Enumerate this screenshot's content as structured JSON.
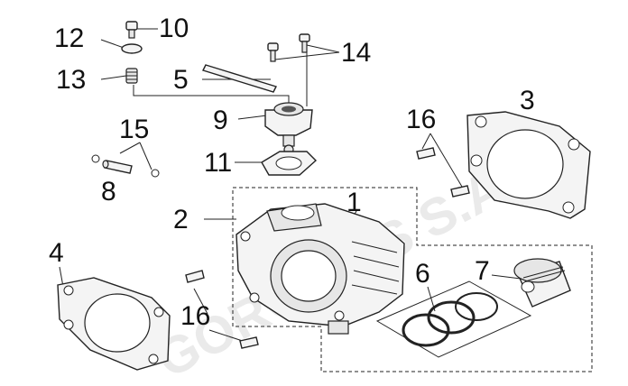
{
  "watermark": "GORGOLIS S.A.",
  "callouts": [
    {
      "id": "c1",
      "label": "1"
    },
    {
      "id": "c2",
      "label": "2"
    },
    {
      "id": "c3",
      "label": "3"
    },
    {
      "id": "c4",
      "label": "4"
    },
    {
      "id": "c5",
      "label": "5"
    },
    {
      "id": "c6",
      "label": "6"
    },
    {
      "id": "c7",
      "label": "7"
    },
    {
      "id": "c8",
      "label": "8"
    },
    {
      "id": "c9",
      "label": "9"
    },
    {
      "id": "c10",
      "label": "10"
    },
    {
      "id": "c11",
      "label": "11"
    },
    {
      "id": "c12",
      "label": "12"
    },
    {
      "id": "c13",
      "label": "13"
    },
    {
      "id": "c14",
      "label": "14"
    },
    {
      "id": "c15",
      "label": "15"
    },
    {
      "id": "c16a",
      "label": "16"
    },
    {
      "id": "c16b",
      "label": "16"
    }
  ]
}
